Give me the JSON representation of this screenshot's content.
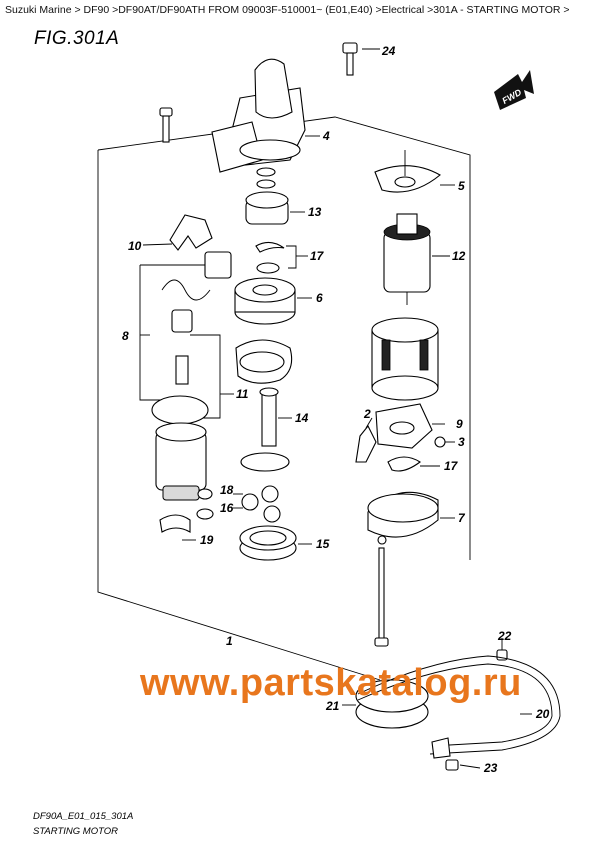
{
  "breadcrumb": "Suzuki Marine > DF90 >DF90AT/DF90ATH FROM 09003F-510001~ (E01,E40) >Electrical >301A - STARTING MOTOR >",
  "figure_title": "FIG.301A",
  "fwd_badge": "FWD",
  "callouts": [
    "1",
    "2",
    "3",
    "4",
    "5",
    "6",
    "7",
    "8",
    "9",
    "10",
    "11",
    "12",
    "13",
    "14",
    "15",
    "16",
    "17",
    "17",
    "18",
    "19",
    "20",
    "21",
    "22",
    "23",
    "24"
  ],
  "footer": {
    "code": "DF90A_E01_015_301A",
    "caption": "STARTING MOTOR"
  },
  "watermark": "www.partskatalog.ru"
}
